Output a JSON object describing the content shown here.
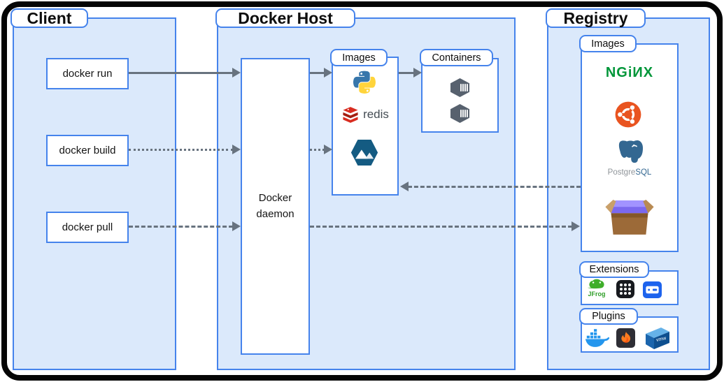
{
  "client": {
    "title": "Client",
    "commands": [
      {
        "label": "docker run",
        "arrow_style": "solid"
      },
      {
        "label": "docker build",
        "arrow_style": "dotted"
      },
      {
        "label": "docker pull",
        "arrow_style": "dashed"
      }
    ]
  },
  "host": {
    "title": "Docker Host",
    "daemon_label": "Docker daemon",
    "images_label": "Images",
    "images_items": [
      "Python",
      "Redis",
      "Alpine Linux"
    ],
    "containers_label": "Containers",
    "containers_items": [
      "container",
      "container"
    ]
  },
  "registry": {
    "title": "Registry",
    "images_label": "Images",
    "images_items": [
      "NGINX",
      "Ubuntu",
      "PostgreSQL",
      "BusyBox"
    ],
    "extensions_label": "Extensions",
    "extensions_items": [
      "JFrog",
      "Docker Extensions Marketplace",
      "Disk Usage"
    ],
    "plugins_label": "Plugins",
    "plugins_items": [
      "Docker",
      "Grafana",
      "VMware"
    ]
  },
  "logo_text": {
    "redis": "redis",
    "nginx": "NGiИX",
    "postgre": "Postgre",
    "sql": "SQL",
    "jfrog": "JFrog",
    "vmware": "vmw"
  },
  "connections": [
    {
      "from": "docker run",
      "to": "Docker daemon",
      "style": "solid"
    },
    {
      "from": "Docker daemon",
      "to": "Host Images",
      "style": "solid"
    },
    {
      "from": "Host Images",
      "to": "Containers",
      "style": "solid"
    },
    {
      "from": "docker build",
      "to": "Docker daemon",
      "style": "dotted"
    },
    {
      "from": "Docker daemon",
      "to": "Host Images",
      "style": "dotted"
    },
    {
      "from": "docker pull",
      "to": "Docker daemon",
      "style": "dashed"
    },
    {
      "from": "Docker daemon",
      "to": "Registry Images",
      "style": "dashed"
    },
    {
      "from": "Registry Images",
      "to": "Host Images",
      "style": "dashed"
    }
  ],
  "colors": {
    "border_blue": "#4583ec",
    "panel_fill": "#dbe9fb",
    "arrow_gray": "#68737f",
    "frame_black": "#050505",
    "nginx_green": "#009639",
    "ubuntu_orange": "#e95420",
    "python_blue": "#3776ab",
    "python_yellow": "#ffd43b",
    "redis_red": "#d82c20",
    "alpine_navy": "#145b82",
    "postgres_blue": "#336791",
    "docker_blue": "#2496ed",
    "container_gray": "#57616e",
    "jfrog_green": "#2f9e28",
    "grafana_orange": "#ff7c1f",
    "vmware_blue": "#1b65ad"
  }
}
